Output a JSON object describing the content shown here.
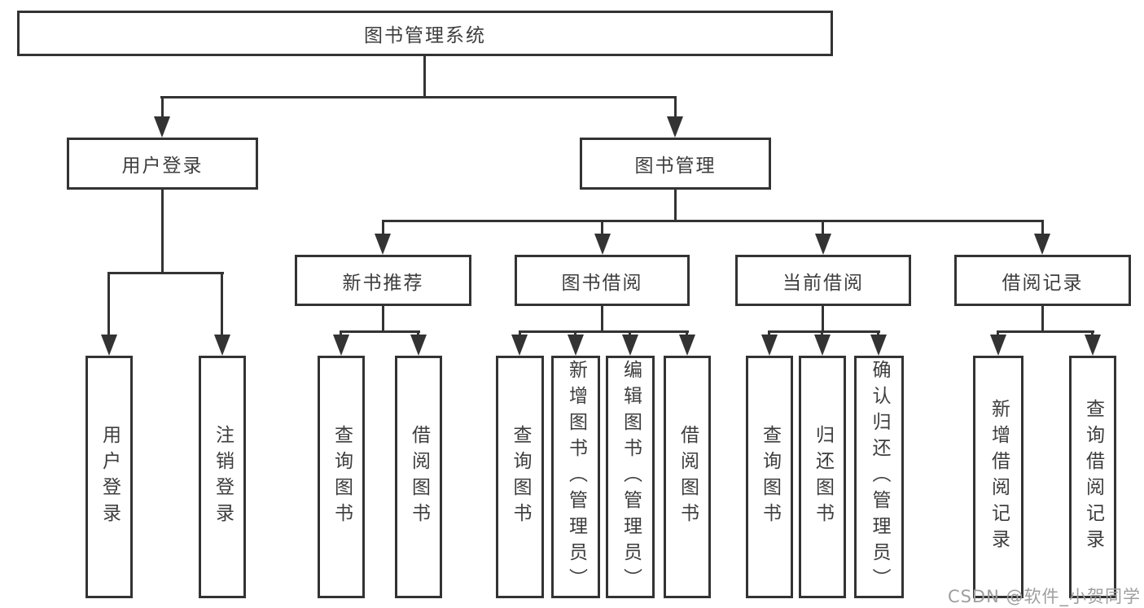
{
  "colors": {
    "line": "#333333",
    "box_border": "#333333",
    "text": "#3d3d3d",
    "background": "#ffffff",
    "watermark": "#9e9e9e"
  },
  "tree": {
    "label": "图书管理系统",
    "children": [
      {
        "label": "用户登录",
        "children": [
          {
            "label": "用户登录"
          },
          {
            "label": "注销登录"
          }
        ]
      },
      {
        "label": "图书管理",
        "children": [
          {
            "label": "新书推荐",
            "children": [
              {
                "label": "查询图书"
              },
              {
                "label": "借阅图书"
              }
            ]
          },
          {
            "label": "图书借阅",
            "children": [
              {
                "label": "查询图书"
              },
              {
                "label": "新增图书（管理员）"
              },
              {
                "label": "编辑图书（管理员）"
              },
              {
                "label": "借阅图书"
              }
            ]
          },
          {
            "label": "当前借阅",
            "children": [
              {
                "label": "查询图书"
              },
              {
                "label": "归还图书"
              },
              {
                "label": "确认归还（管理员）"
              }
            ]
          },
          {
            "label": "借阅记录",
            "children": [
              {
                "label": "新增借阅记录"
              },
              {
                "label": "查询借阅记录"
              }
            ]
          }
        ]
      }
    ]
  },
  "watermark": {
    "text": "CSDN @软件_小贺同学"
  }
}
